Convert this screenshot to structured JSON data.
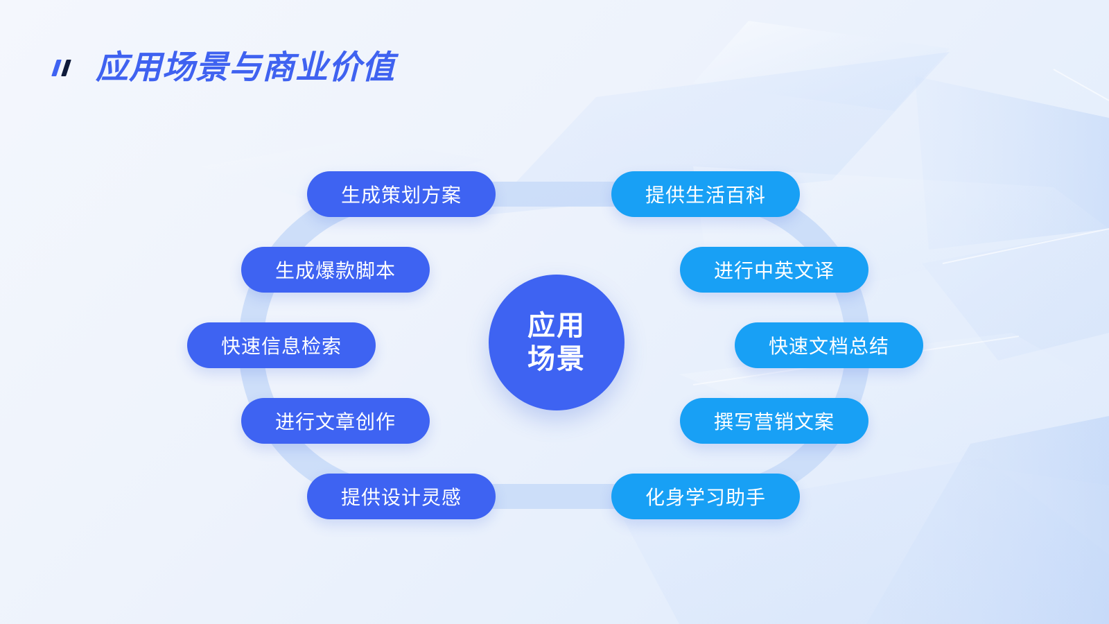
{
  "header": {
    "title": "应用场景与商业价值"
  },
  "center": {
    "line1": "应用",
    "line2": "场景"
  },
  "left_items": [
    "生成策划方案",
    "生成爆款脚本",
    "快速信息检索",
    "进行文章创作",
    "提供设计灵感"
  ],
  "right_items": [
    "提供生活百科",
    "进行中英文译",
    "快速文档总结",
    "撰写营销文案",
    "化身学习助手"
  ],
  "colors": {
    "title": "#3f62f0",
    "left_pill": "#3e63f2",
    "right_pill": "#18a0f5",
    "center": "#3e63f2",
    "ring": "#c9dbf8",
    "mark_primary": "#3f63f2",
    "mark_dark": "#0e1a3a"
  }
}
